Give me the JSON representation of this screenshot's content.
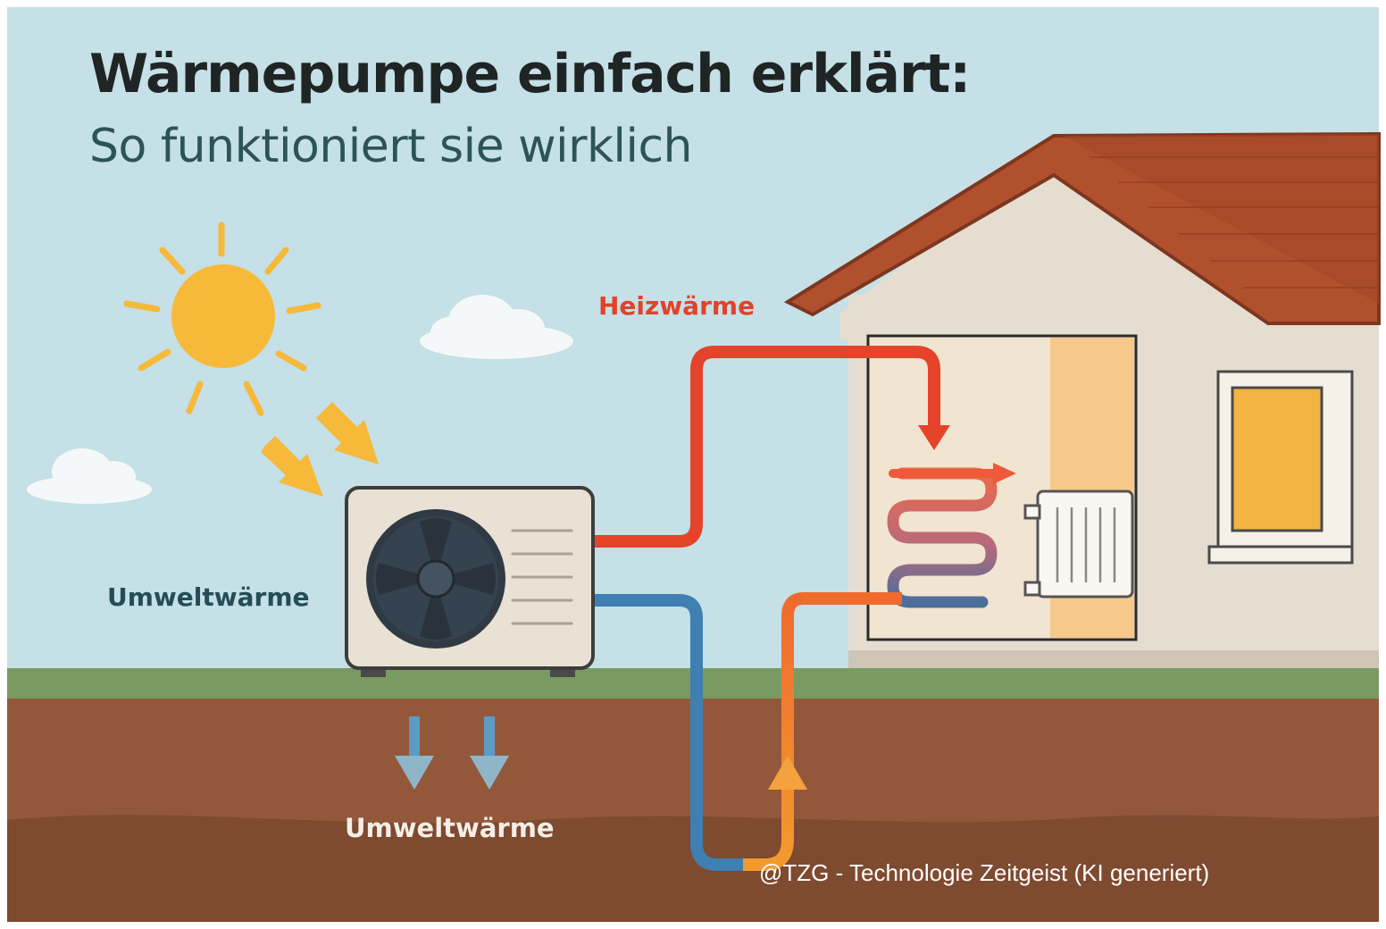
{
  "title": "Wärmepumpe einfach erklärt:",
  "subtitle": "So funktioniert sie wirklich",
  "labels": {
    "heizwaerme": "Heizwärme",
    "umweltwaerme_luft": "Umweltwärme",
    "umweltwaerme_boden": "Umweltwärme"
  },
  "credit": "@TZG - Technologie Zeitgeist (KI generiert)",
  "colors": {
    "sky": "#c5e0e6",
    "sun": "#f6b93a",
    "hot_pipe": "#e5432a",
    "return_pipe": "#ef7c33",
    "cold_pipe": "#3f7fb1",
    "grass": "#7a9a64",
    "soil": "#93583a",
    "roof": "#b1502c",
    "wall": "#e5ddd0",
    "heat_label": "#e0432a",
    "env_label": "#244e57",
    "soil_label": "#f5eee6",
    "credit_text": "#ffffff"
  },
  "icons": [
    "sun-icon",
    "cloud-icon",
    "fan-icon",
    "radiator-icon",
    "arrow-icon"
  ]
}
